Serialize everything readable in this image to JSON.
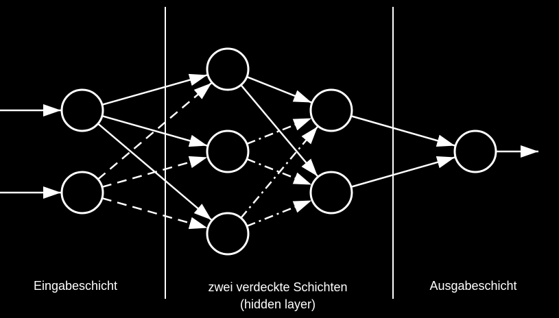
{
  "diagram": {
    "title": "",
    "layers": [
      {
        "id": "input",
        "label": "Eingabeschicht",
        "nodes": [
          "i1",
          "i2"
        ]
      },
      {
        "id": "hidden",
        "label": "zwei verdeckte Schichten",
        "label_line2": "(hidden layer)",
        "nodes": [
          "a1",
          "a2",
          "a3",
          "b1",
          "b2"
        ]
      },
      {
        "id": "output",
        "label": "Ausgabeschicht",
        "nodes": [
          "o1"
        ]
      }
    ],
    "inputs": [
      "i1",
      "i2"
    ],
    "outputs": [
      "o1"
    ],
    "connections": [
      {
        "from": "i1",
        "to": "a1",
        "style": "solid"
      },
      {
        "from": "i1",
        "to": "a2",
        "style": "solid"
      },
      {
        "from": "i1",
        "to": "a3",
        "style": "solid"
      },
      {
        "from": "i2",
        "to": "a1",
        "style": "dashed"
      },
      {
        "from": "i2",
        "to": "a2",
        "style": "dashed"
      },
      {
        "from": "i2",
        "to": "a3",
        "style": "dashed"
      },
      {
        "from": "a1",
        "to": "b1",
        "style": "solid"
      },
      {
        "from": "a1",
        "to": "b2",
        "style": "solid"
      },
      {
        "from": "a2",
        "to": "b1",
        "style": "dashdot"
      },
      {
        "from": "a2",
        "to": "b2",
        "style": "dashdot"
      },
      {
        "from": "a3",
        "to": "b1",
        "style": "dashdot"
      },
      {
        "from": "a3",
        "to": "b2",
        "style": "dashdot"
      },
      {
        "from": "b1",
        "to": "o1",
        "style": "solid"
      },
      {
        "from": "b2",
        "to": "o1",
        "style": "solid"
      }
    ],
    "colors": {
      "background": "#000000",
      "foreground": "#ffffff"
    }
  }
}
